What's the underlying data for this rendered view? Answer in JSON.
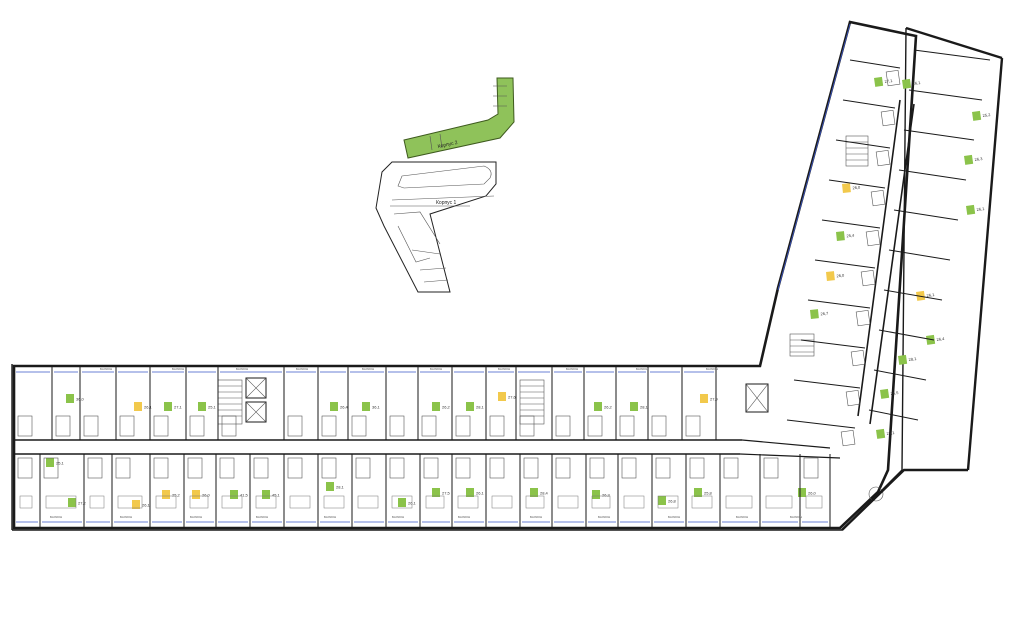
{
  "colors": {
    "available": "#8bc34a",
    "reserved": "#f2c94c",
    "selected_building": "#8fc25a",
    "walls": "#1a1a1a",
    "glass": "#3a56c8"
  },
  "site_plan": {
    "building_1_label": "Корпус 1",
    "building_2_label": "Корпус 2",
    "selected_building": "building_2"
  },
  "balcony_label": "БАЛКОН",
  "apartments": [
    {
      "status": "available",
      "area": "36,0"
    },
    {
      "status": "reserved",
      "area": "26,1"
    },
    {
      "status": "available",
      "area": "27,1"
    },
    {
      "status": "available",
      "area": "25,1"
    },
    {
      "status": "available",
      "area": "26,4"
    },
    {
      "status": "available",
      "area": "36,1"
    },
    {
      "status": "available",
      "area": "26,2"
    },
    {
      "status": "available",
      "area": "28,1"
    },
    {
      "status": "reserved",
      "area": "27,6"
    },
    {
      "status": "available",
      "area": "26,2"
    },
    {
      "status": "available",
      "area": "28,1"
    },
    {
      "status": "reserved",
      "area": "27,9"
    },
    {
      "status": "available",
      "area": "25,1"
    },
    {
      "status": "available",
      "area": "27,2"
    },
    {
      "status": "reserved",
      "area": "26,1"
    },
    {
      "status": "reserved",
      "area": "25,2"
    },
    {
      "status": "reserved",
      "area": "26,0"
    },
    {
      "status": "available",
      "area": "41,5"
    },
    {
      "status": "available",
      "area": "45,1"
    },
    {
      "status": "available",
      "area": "28,1"
    },
    {
      "status": "available",
      "area": "26,1"
    },
    {
      "status": "available",
      "area": "27,5"
    },
    {
      "status": "available",
      "area": "26,1"
    },
    {
      "status": "available",
      "area": "28,4"
    },
    {
      "status": "available",
      "area": "26,3"
    },
    {
      "status": "available",
      "area": "26,8"
    },
    {
      "status": "available",
      "area": "25,8"
    },
    {
      "status": "available",
      "area": "26,0"
    },
    {
      "status": "available",
      "area": "27,1"
    },
    {
      "status": "available",
      "area": "26,1"
    },
    {
      "status": "available",
      "area": "25,2"
    },
    {
      "status": "reserved",
      "area": "26,0"
    },
    {
      "status": "available",
      "area": "26,1"
    },
    {
      "status": "available",
      "area": "25,4"
    },
    {
      "status": "reserved",
      "area": "26,0"
    },
    {
      "status": "available",
      "area": "26,7"
    },
    {
      "status": "reserved",
      "area": "26,1"
    },
    {
      "status": "available",
      "area": "26,4"
    },
    {
      "status": "available",
      "area": "28,1"
    },
    {
      "status": "available",
      "area": "26,5"
    },
    {
      "status": "available",
      "area": "26,1"
    },
    {
      "status": "available",
      "area": "26,3"
    }
  ]
}
